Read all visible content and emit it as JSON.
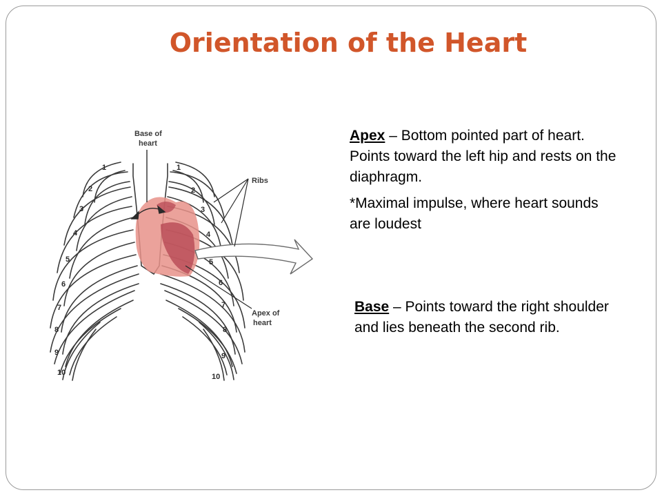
{
  "title": "Orientation of the Heart",
  "apex": {
    "term": "Apex",
    "desc": " – Bottom pointed part of heart.  Points toward the left hip and rests on the diaphragm.",
    "note": "*Maximal impulse, where heart sounds are loudest"
  },
  "base": {
    "term": "Base",
    "desc": " – Points toward the right shoulder and lies beneath the second rib."
  },
  "figure": {
    "base_label_1": "Base of",
    "base_label_2": "heart",
    "ribs_label": "Ribs",
    "apex_label_1": "Apex of",
    "apex_label_2": "heart",
    "rib_numbers": [
      "1",
      "2",
      "3",
      "4",
      "5",
      "6",
      "7",
      "8",
      "9",
      "10"
    ]
  },
  "colors": {
    "title": "#d1562a",
    "heart": "#e8928a",
    "heart_dark": "#b84a55"
  }
}
